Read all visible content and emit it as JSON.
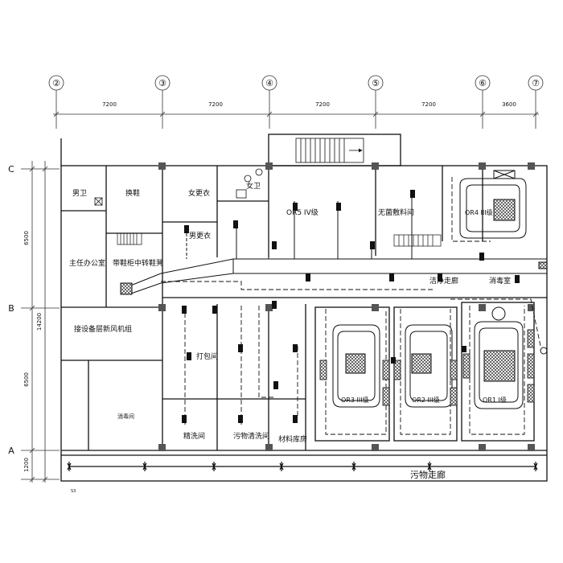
{
  "grid_columns": [
    "②",
    "③",
    "④",
    "⑤",
    "⑥",
    "⑦"
  ],
  "column_dimensions": [
    "7200",
    "7200",
    "7200",
    "7200",
    "3600"
  ],
  "grid_rows": [
    "C",
    "B",
    "A"
  ],
  "row_dimensions": [
    "6500",
    "6500",
    "1200"
  ],
  "total_dimension": "14200",
  "rooms": {
    "toilet": "男卫",
    "shoe_change": "换鞋",
    "female_change": "女更衣",
    "female_toilet": "女卫",
    "male_change": "男更衣",
    "director_office": "主任办公室",
    "shoe_bench": "带鞋柜中转鞋凳",
    "or5": "OR5 IV级",
    "sterile_store": "无菌敷料间",
    "or4": "OR4 III级",
    "clean_corridor": "洁净走廊",
    "disinfection": "消毒室",
    "ahu": "接设备层新风机组",
    "packing": "打包间",
    "washing": "精洗间",
    "dirty_washing": "污物清洗间",
    "material_store": "材料库房",
    "or3": "OR3 III级",
    "or2": "OR2 III级",
    "or1": "OR1 I级",
    "disinfect_room": "消毒间",
    "dirty_corridor": "污物走廊"
  },
  "footnote": "S3"
}
